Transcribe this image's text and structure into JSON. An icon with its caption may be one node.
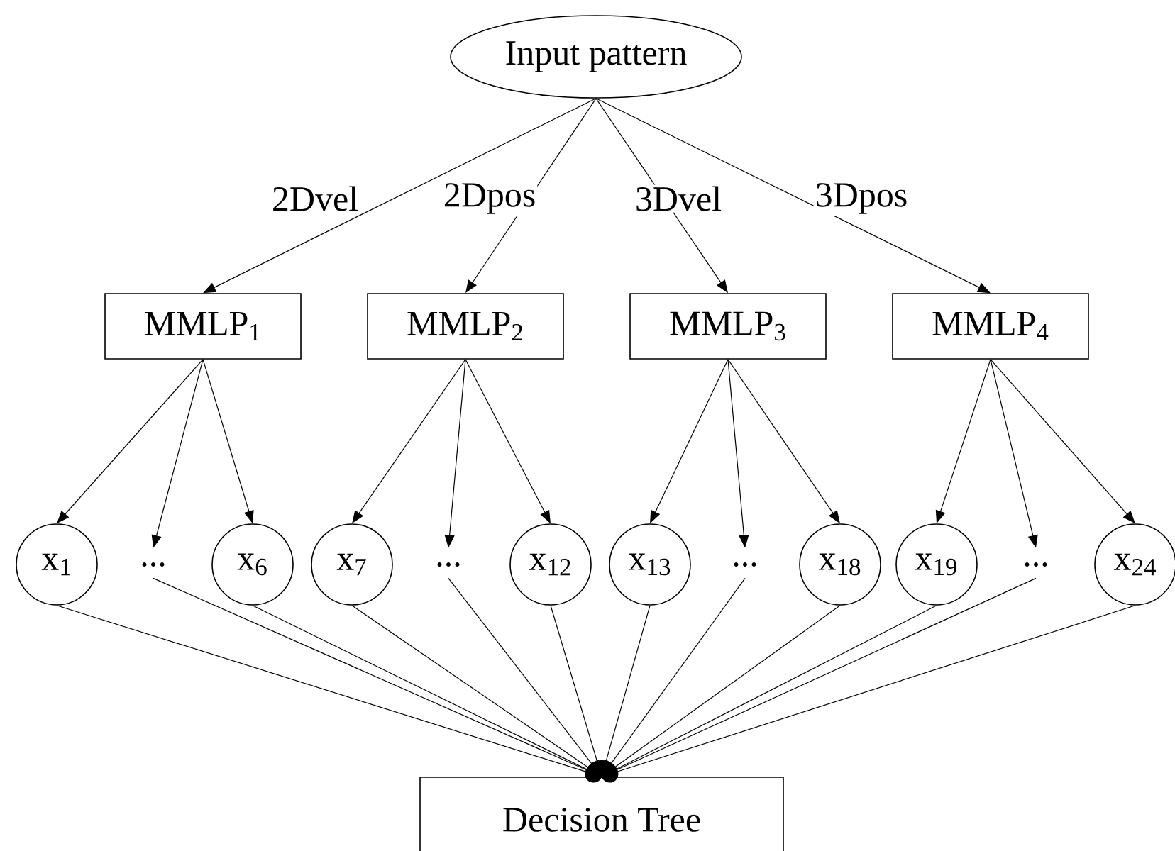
{
  "diagram": {
    "nodes": [
      {
        "text": [
          "Input pattern"
        ]
      },
      {
        "text": [
          "MMLP$_{1}$"
        ]
      },
      {
        "text": [
          "MMLP$_{2}$"
        ]
      },
      {
        "text": [
          "MMLP$_{3}$"
        ]
      },
      {
        "text": [
          "MMLP$_{4}$"
        ]
      },
      {
        "text": [
          "x$_{1}$"
        ]
      },
      {
        "text": [
          "..."
        ]
      },
      {
        "text": [
          "x$_{6}$"
        ]
      },
      {
        "text": [
          "x$_{7}$"
        ]
      },
      {
        "text": [
          "..."
        ]
      },
      {
        "text": [
          "x$_{12}$"
        ]
      },
      {
        "text": [
          "x$_{13}$"
        ]
      },
      {
        "text": [
          "..."
        ]
      },
      {
        "text": [
          "x$_{18}$"
        ]
      },
      {
        "text": [
          "x$_{19}$"
        ]
      },
      {
        "text": [
          "..."
        ]
      },
      {
        "text": [
          "x$_{24}$"
        ]
      },
      {
        "text": [
          "Decision Tree"
        ]
      }
    ],
    "edges": [
      {
        "from": 0,
        "to": 1,
        "arrow": "to",
        "label": "2Dvel"
      },
      {
        "from": 0,
        "to": 2,
        "arrow": "to",
        "label": "2Dpos"
      },
      {
        "from": 0,
        "to": 3,
        "arrow": "to",
        "label": "3Dvel"
      },
      {
        "from": 0,
        "to": 4,
        "arrow": "to",
        "label": "3Dpos"
      },
      {
        "from": 1,
        "to": 5,
        "arrow": "to"
      },
      {
        "from": 1,
        "to": 6,
        "arrow": "to"
      },
      {
        "from": 1,
        "to": 7,
        "arrow": "to"
      },
      {
        "from": 2,
        "to": 8,
        "arrow": "to"
      },
      {
        "from": 2,
        "to": 9,
        "arrow": "to"
      },
      {
        "from": 2,
        "to": 10,
        "arrow": "to"
      },
      {
        "from": 3,
        "to": 11,
        "arrow": "to"
      },
      {
        "from": 3,
        "to": 12,
        "arrow": "to"
      },
      {
        "from": 3,
        "to": 13,
        "arrow": "to"
      },
      {
        "from": 4,
        "to": 14,
        "arrow": "to"
      },
      {
        "from": 4,
        "to": 15,
        "arrow": "to"
      },
      {
        "from": 4,
        "to": 16,
        "arrow": "to"
      },
      {
        "from": 5,
        "to": 17,
        "arrow": "other"
      },
      {
        "from": 6,
        "to": 17,
        "arrow": "other"
      },
      {
        "from": 7,
        "to": 17,
        "arrow": "other"
      },
      {
        "from": 8,
        "to": 17,
        "arrow": "other"
      },
      {
        "from": 9,
        "to": 17,
        "arrow": "other"
      },
      {
        "from": 10,
        "to": 17,
        "arrow": "other"
      },
      {
        "from": 11,
        "to": 17,
        "arrow": "other"
      },
      {
        "from": 12,
        "to": 17,
        "arrow": "other"
      },
      {
        "from": 13,
        "to": 17,
        "arrow": "other"
      },
      {
        "from": 14,
        "to": 17,
        "arrow": "other"
      },
      {
        "from": 15,
        "to": 17,
        "arrow": "other"
      },
      {
        "from": 16,
        "to": 17,
        "arrow": "other"
      }
    ]
  }
}
